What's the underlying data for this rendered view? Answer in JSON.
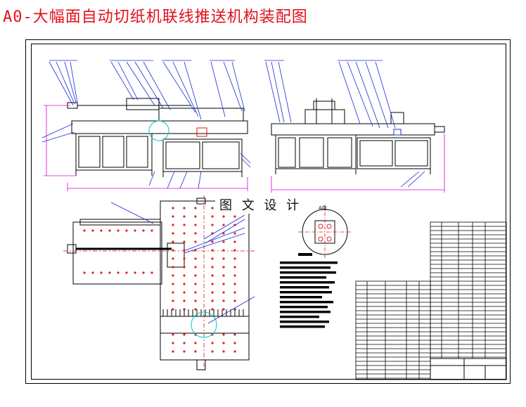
{
  "title": "A0-大幅面自动切纸机联线推送机构装配图",
  "watermark": "图 文 设 计",
  "detail_label": "A向",
  "colors": {
    "title": "#e0101a",
    "leader": "#1a2bd6",
    "dimension": "#e000e0",
    "centerline": "#e01010",
    "hole": "#e02020",
    "highlight": "#00c8c8",
    "ink": "#000000"
  }
}
